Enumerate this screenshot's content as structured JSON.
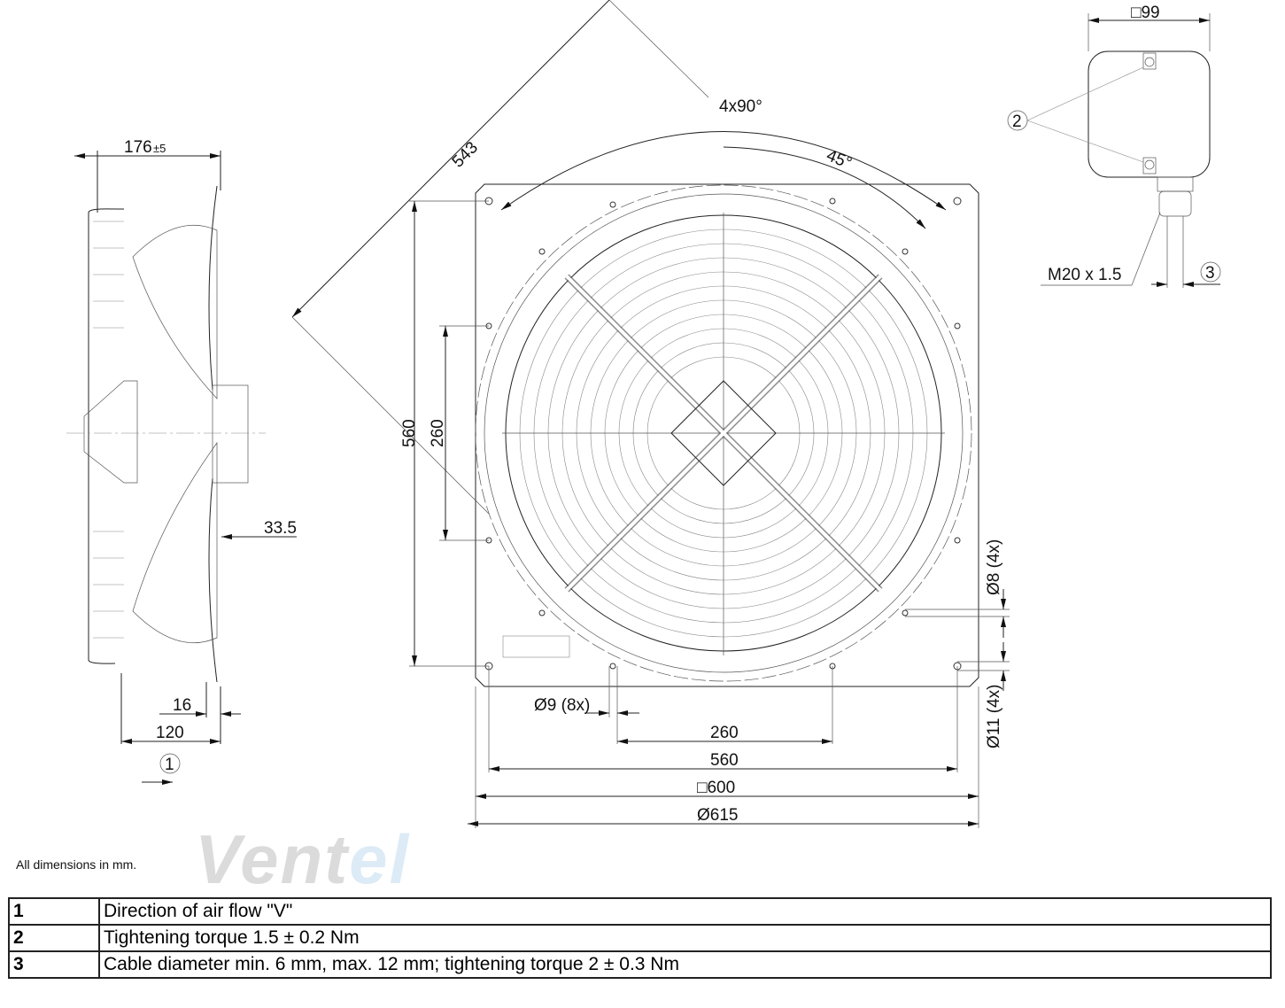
{
  "watermark": {
    "part1": "Vent",
    "part2": "el"
  },
  "side_view": {
    "width": "176",
    "tolerance": "±5",
    "offset": "33.5",
    "dim16": "16",
    "dim120": "120",
    "callout1": "1"
  },
  "front_view": {
    "diag": "543",
    "angle_set": "4x90°",
    "angle": "45°",
    "v560": "560",
    "v260": "260",
    "hole8": "Ø8 (4x)",
    "hole11": "Ø11 (4x)",
    "hole9": "Ø9 (8x)",
    "h260": "260",
    "h560": "560",
    "sq600": "□600",
    "dia615": "Ø615"
  },
  "junction_box": {
    "size": "□99",
    "callout2": "2",
    "callout3": "3",
    "thread": "M20 x 1.5"
  },
  "note": "All dimensions in mm.",
  "legend": [
    {
      "num": "1",
      "text": "Direction of air flow \"V\""
    },
    {
      "num": "2",
      "text": "Tightening torque 1.5 ± 0.2 Nm"
    },
    {
      "num": "3",
      "text": "Cable diameter min. 6 mm, max. 12 mm; tightening torque 2 ± 0.3 Nm"
    }
  ]
}
